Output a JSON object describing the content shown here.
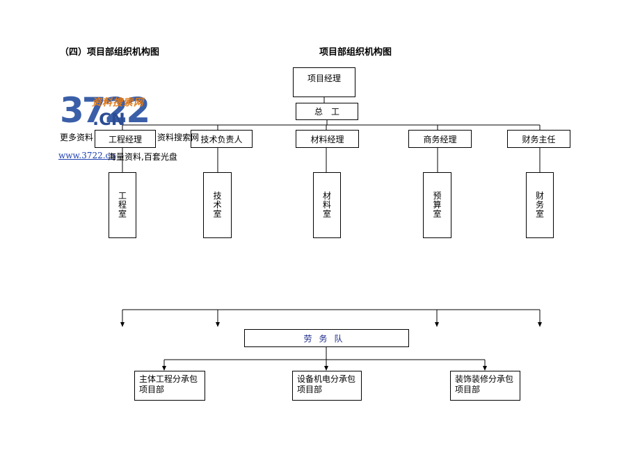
{
  "header": {
    "section_title": "（四）项目部组织机构图",
    "chart_title": "项目部组织机构图"
  },
  "watermark": {
    "logo_number": "3722",
    "logo_suffix": ".CN",
    "logo_tagline": "资料搜索网",
    "line1": "更多资料",
    "line1_tail": "资料搜索网",
    "link": "www.3722.cn",
    "line2": "海量资料,百套光盘"
  },
  "org": {
    "manager": "项目经理",
    "chief_engineer": "总　工",
    "heads": [
      "工程经理",
      "技术负责人",
      "材料经理",
      "商务经理",
      "财务主任"
    ],
    "offices": [
      [
        "工",
        "程",
        "室"
      ],
      [
        "技",
        "术",
        "室"
      ],
      [
        "材",
        "料",
        "室"
      ],
      [
        "预",
        "算",
        "室"
      ],
      [
        "财",
        "务",
        "室"
      ]
    ],
    "labor_team": "劳务队",
    "subcontractors": [
      [
        "主体工程分承包",
        "项目部"
      ],
      [
        "设备机电分承包",
        "项目部"
      ],
      [
        "装饰装修分承包",
        "项目部"
      ]
    ]
  }
}
